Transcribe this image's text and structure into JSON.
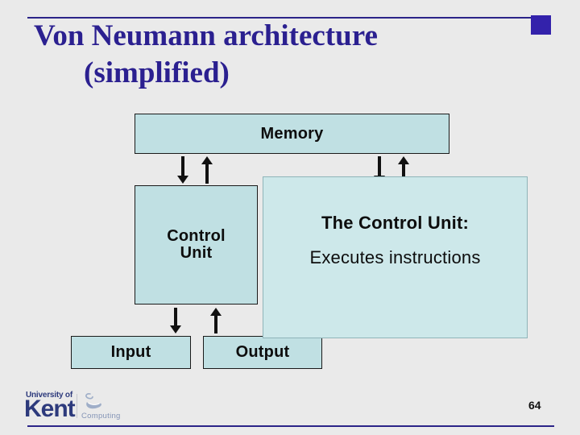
{
  "slide": {
    "title_line1": "Von Neumann architecture",
    "title_line2": "(simplified)"
  },
  "diagram": {
    "memory_label": "Memory",
    "control_unit_line1": "Control",
    "control_unit_line2": "Unit",
    "input_label": "Input",
    "output_label": "Output",
    "callout": {
      "heading": "The Control Unit:",
      "body": "Executes instructions"
    }
  },
  "footer": {
    "logo_small_text": "University of",
    "logo_big_text": "Kent",
    "logo_department": "Computing",
    "page_number": "64"
  },
  "colors": {
    "background": "#EAEAEA",
    "box_fill": "#C0E0E3",
    "box_border": "#1A1A1A",
    "callout_fill": "#CDE8EA",
    "callout_border": "#8FB4B9",
    "title_color": "#2B2090",
    "accent_square": "#3322AB",
    "rule_color": "#2B2488",
    "arrow_color": "#111111",
    "logo_navy": "#2D3A7C",
    "logo_gray_blue": "#8494B6"
  }
}
